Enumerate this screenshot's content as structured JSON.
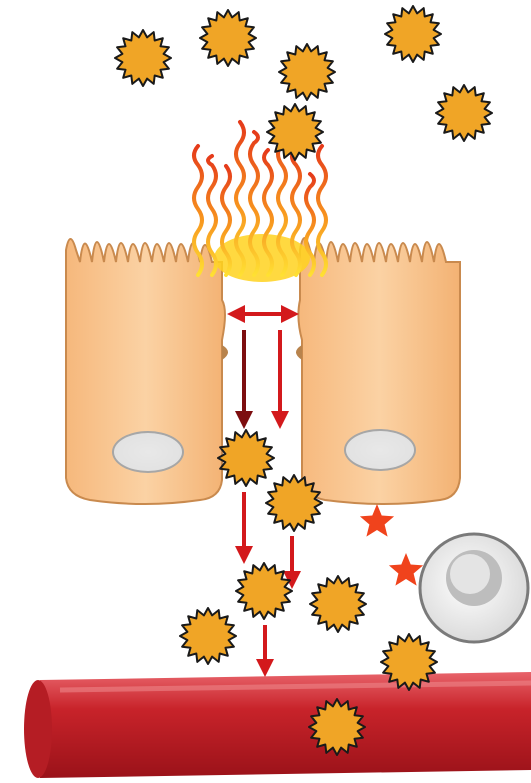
{
  "colors": {
    "background": "#ffffff",
    "particle_fill": "#f0a526",
    "particle_stroke": "#1a1a1a",
    "cell_fill": "#f8c58f",
    "cell_stroke": "#c98a4e",
    "nucleus": "#e9e9e9",
    "flame_outer": "#e8441c",
    "flame_inner": "#ffd21f",
    "arrow_red": "#d3191c",
    "arrow_dark": "#7d0e10",
    "star": "#f0431c",
    "vessel": "#c8232a",
    "vessel_highlight": "#e85a5f",
    "immune_cell": "#f2f2f2"
  },
  "icons": {
    "particle": "spiky-particle-icon",
    "cell": "epithelial-cell",
    "flame": "inflammation-flame-icon",
    "arrow": "arrow-icon",
    "star": "signal-star-icon",
    "vessel": "blood-vessel",
    "immune_cell": "immune-cell"
  }
}
